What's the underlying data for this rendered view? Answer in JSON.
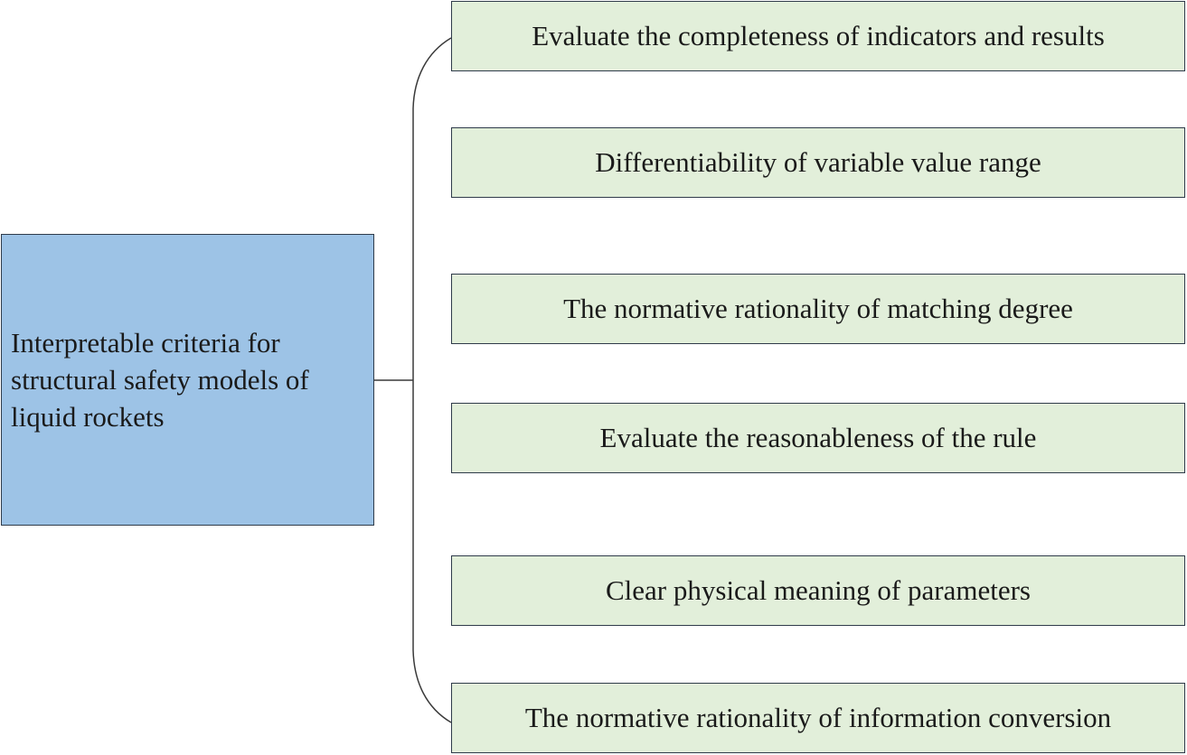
{
  "diagram": {
    "root": {
      "label": "Interpretable criteria for structural safety models of liquid rockets"
    },
    "children": [
      {
        "label": "Evaluate the completeness of indicators and results"
      },
      {
        "label": "Differentiability of variable value range"
      },
      {
        "label": "The normative rationality of matching degree"
      },
      {
        "label": "Evaluate the reasonableness of the rule"
      },
      {
        "label": "Clear physical meaning of parameters"
      },
      {
        "label": "The normative rationality of information conversion"
      }
    ],
    "colors": {
      "root_fill": "#9dc3e6",
      "child_fill": "#e2efda",
      "border": "#2f3b4a",
      "connector": "#3a3a3a"
    }
  }
}
